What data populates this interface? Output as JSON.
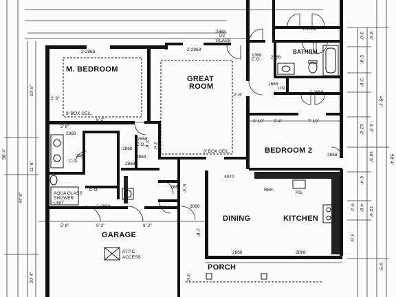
{
  "rooms": {
    "master_bedroom": "M. BEDROOM",
    "great_room_line1": "GREAT",
    "great_room_line2": "ROOM",
    "bathroom": "BATHRM.",
    "bedroom2": "BEDROOM 2",
    "dining": "DINING",
    "kitchen": "KITCHEN",
    "garage": "GARAGE",
    "porch": "PORCH"
  },
  "notes": {
    "box_ceil_master": "9' BOX CEIL.",
    "box_ceil_great": "9' BOX CEIL.",
    "aqua_line1": "AQUA GLASS",
    "aqua_line2": "SHOWER",
    "aqua_line3": "UNIT",
    "attic_line1": "ATTIC",
    "attic_line2": "ACCESS",
    "glass_line1": "1/2",
    "glass_line2": "GLASS",
    "ref": "REF.",
    "rs": "RS.",
    "lin": "LIN.",
    "co_a": "C.O.",
    "co_b": "C.O.",
    "co_c": "C.O.",
    "co_d": "C.O."
  },
  "door_labels": {
    "d1": "2-2868",
    "d2": "2-2868",
    "d3": "2868",
    "d4": "2-2868",
    "d5": "1368",
    "d6": "2868",
    "d7": "1668",
    "d8": "2-2868",
    "d9": "2868",
    "d10": "2868",
    "d11": "2868",
    "d12": "2468",
    "d13": "2868",
    "d14": "2868",
    "d15": "4070",
    "d16": "2868",
    "d17": "2-2868",
    "d18": "3068",
    "d19": "2868",
    "d20": "2868",
    "d21": "2868",
    "d22": "2868"
  },
  "dimensions": {
    "left_overall": "58' 4\"",
    "left_a": "19' 6\"",
    "left_b": "44' 8\"",
    "left_c": "11' 6\"",
    "left_d": "20' 4\"",
    "right_overall": "58' 4\"",
    "right_a": "45' 2\"",
    "right_b": "3' 6\"",
    "right_c": "6' 6\"",
    "right_d": "5' 6\"",
    "right_e": "3' 6\"",
    "right_f": "12' 8\"",
    "right_g": "9' 4\"",
    "right_h": "10' 9\"",
    "right_i": "6' 4\"",
    "right_j": "5' 4\"",
    "right_k": "4' 8\"",
    "right_l": "3' 6\"",
    "right_m": "12' 6\"",
    "right_n": "9' 5\"",
    "mid_a": "5' 8\"",
    "mid_b": "5' 2\"",
    "mid_c": "5' 8\"",
    "mid_d": "9' 2\"",
    "mid_e": "9' 2\"",
    "mid_f": "2' 8\"",
    "mid_g": "3' 10\"",
    "mid_h": "2' 4\"",
    "mid_i": "7' 10\"",
    "mid_j": "2' 8\"",
    "mid_k": "3' 6\"",
    "mid_l": "5' 4\"",
    "mid_m": "2' 8\"",
    "mid_n": "3' 6\"",
    "mid_o": "3' 8\""
  }
}
